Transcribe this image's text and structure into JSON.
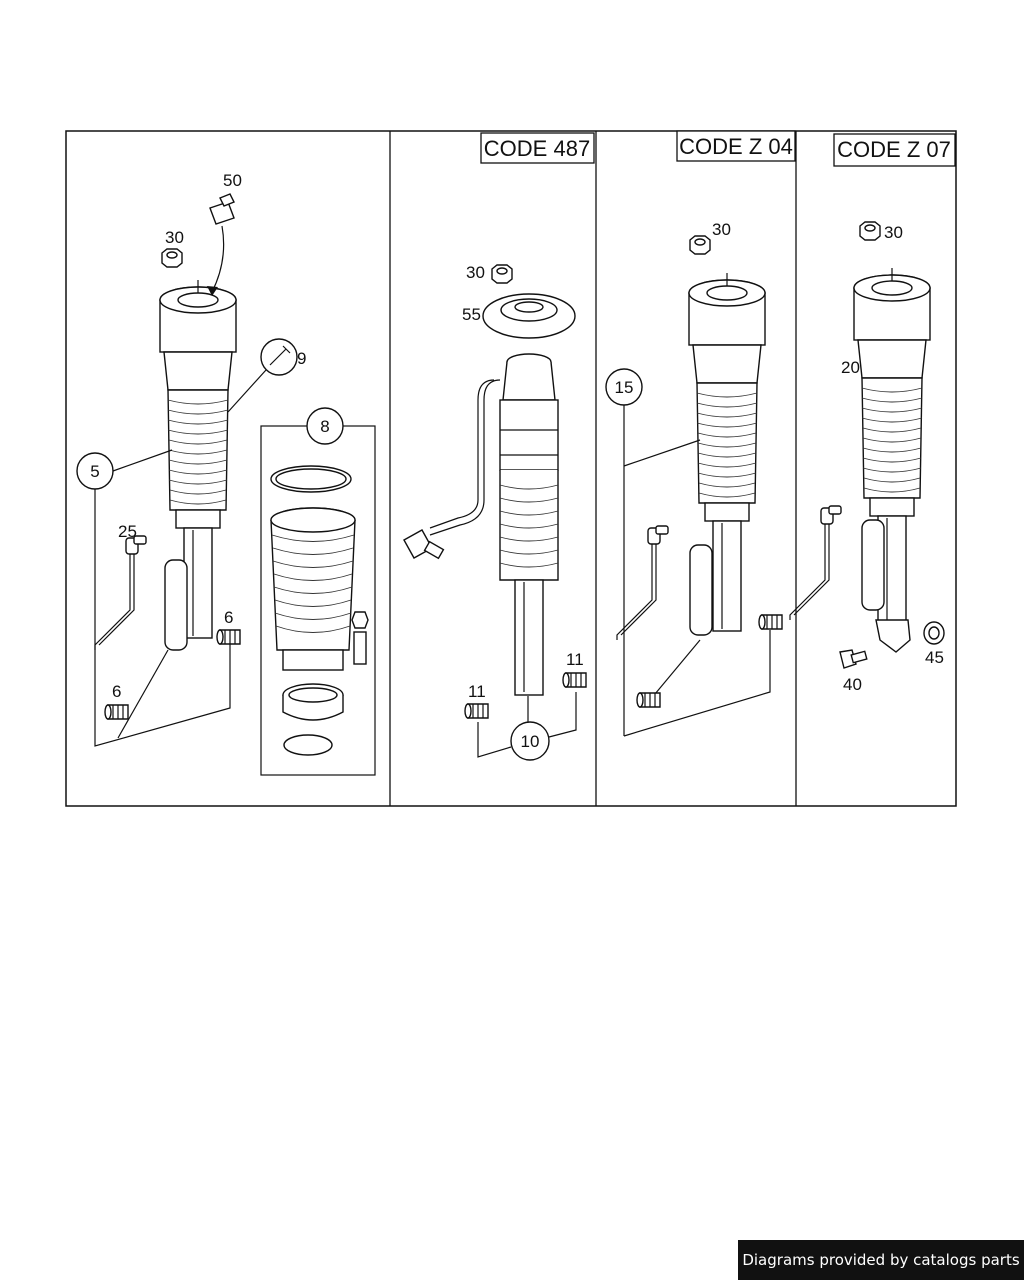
{
  "panels": {
    "p2_code": "CODE 487",
    "p3_code": "CODE Z 04",
    "p4_code": "CODE Z 07"
  },
  "callouts": {
    "p1": {
      "c50": "50",
      "c30": "30",
      "c9": "9",
      "c5": "5",
      "c8": "8",
      "c25": "25",
      "c6a": "6",
      "c6b": "6"
    },
    "p2": {
      "c30": "30",
      "c55": "55",
      "c11a": "11",
      "c11b": "11",
      "c10": "10"
    },
    "p3": {
      "c30": "30",
      "c15": "15"
    },
    "p4": {
      "c30": "30",
      "c20": "20",
      "c40": "40",
      "c45": "45"
    }
  },
  "footer": {
    "text": "Diagrams provided by catalogs parts"
  }
}
